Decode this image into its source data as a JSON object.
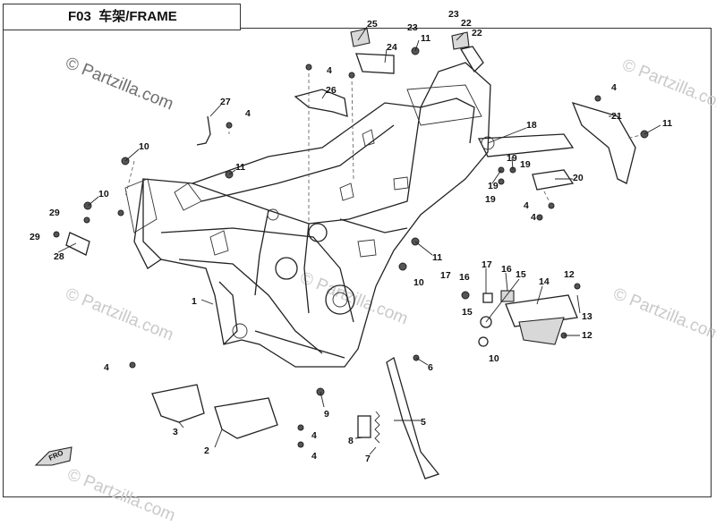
{
  "title": {
    "code": "F03",
    "name": "车架/FRAME"
  },
  "watermarks": [
    "© Partzilla.com",
    "© Partzilla.com",
    "© Partzilla.com",
    "© Partzilla.com",
    "© Partzilla.com",
    "© Partzilla.com"
  ],
  "front_label": "FRO",
  "callouts": [
    "1",
    "2",
    "3",
    "4",
    "5",
    "6",
    "7",
    "8",
    "9",
    "10",
    "11",
    "12",
    "13",
    "14",
    "15",
    "16",
    "17",
    "18",
    "19",
    "20",
    "21",
    "22",
    "23",
    "24",
    "25",
    "26",
    "27",
    "28",
    "29"
  ]
}
